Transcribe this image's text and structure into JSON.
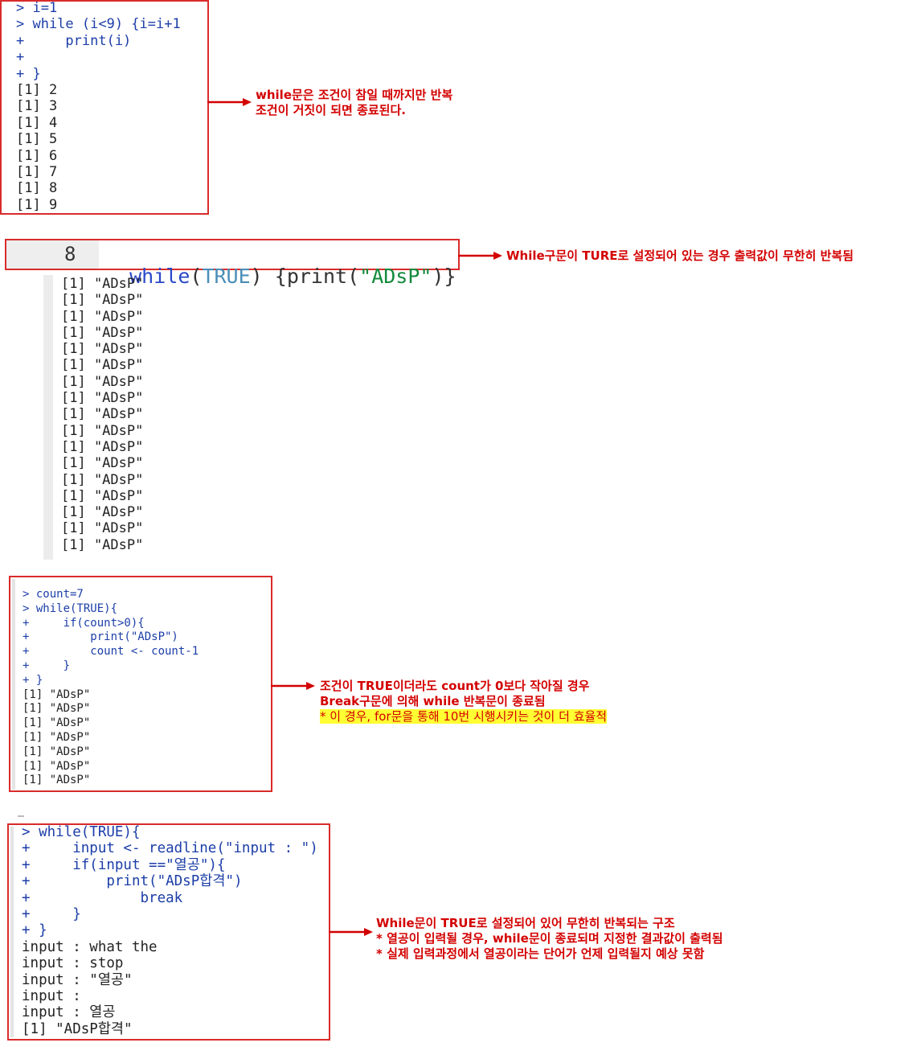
{
  "block1": {
    "lines": [
      {
        "text": "> i=1",
        "kind": "cmd"
      },
      {
        "text": "> while (i<9) {i=i+1",
        "kind": "cmd"
      },
      {
        "text": "+     print(i)",
        "kind": "cmd"
      },
      {
        "text": "+",
        "kind": "cmd"
      },
      {
        "text": "+ }",
        "kind": "cmd"
      },
      {
        "text": "[1] 2",
        "kind": "out"
      },
      {
        "text": "[1] 3",
        "kind": "out"
      },
      {
        "text": "[1] 4",
        "kind": "out"
      },
      {
        "text": "[1] 5",
        "kind": "out"
      },
      {
        "text": "[1] 6",
        "kind": "out"
      },
      {
        "text": "[1] 7",
        "kind": "out"
      },
      {
        "text": "[1] 8",
        "kind": "out"
      },
      {
        "text": "[1] 9",
        "kind": "out"
      }
    ],
    "annotation": [
      "while문은 조건이 참일 때까지만 반복",
      "조건이 거짓이 되면 종료된다."
    ]
  },
  "block2": {
    "line_number": "8",
    "code": "while(TRUE) {print(\"ADsP\")}",
    "code_parts": {
      "kw": "while",
      "lp": "(",
      "true": "TRUE",
      "rp": ")",
      "brace_open": " {",
      "fn": "print",
      "str_open": "(",
      "str": "\"ADsP\"",
      "close": ")}"
    },
    "output_line": "[1] \"ADsP\"",
    "output_count": 17,
    "annotation": "While구문이 TURE로 설정되어 있는 경우 출력값이 무한히 반복됨"
  },
  "block3": {
    "lines": [
      {
        "text": "> count=7",
        "kind": "cmd"
      },
      {
        "text": "> while(TRUE){",
        "kind": "cmd"
      },
      {
        "text": "+     if(count>0){",
        "kind": "cmd"
      },
      {
        "text": "+         print(\"ADsP\")",
        "kind": "cmd"
      },
      {
        "text": "+         count <- count-1",
        "kind": "cmd"
      },
      {
        "text": "+     }",
        "kind": "cmd"
      },
      {
        "text": "+ }",
        "kind": "cmd"
      },
      {
        "text": "[1] \"ADsP\"",
        "kind": "out"
      },
      {
        "text": "[1] \"ADsP\"",
        "kind": "out"
      },
      {
        "text": "[1] \"ADsP\"",
        "kind": "out"
      },
      {
        "text": "[1] \"ADsP\"",
        "kind": "out"
      },
      {
        "text": "[1] \"ADsP\"",
        "kind": "out"
      },
      {
        "text": "[1] \"ADsP\"",
        "kind": "out"
      },
      {
        "text": "[1] \"ADsP\"",
        "kind": "out"
      }
    ],
    "annotation": [
      "조건이 TRUE이더라도 count가 0보다 작아질 경우",
      "Break구문에 의해 while 반복문이 종료됨"
    ],
    "highlight": "  * 이 경우, for문을 통해 10번 시행시키는 것이 더 효율적"
  },
  "block4": {
    "lines": [
      {
        "text": "> while(TRUE){",
        "kind": "cmd"
      },
      {
        "text": "+     input <- readline(\"input : \")",
        "kind": "cmd"
      },
      {
        "text": "+     if(input ==\"열공\"){",
        "kind": "cmd"
      },
      {
        "text": "+         print(\"ADsP합격\")",
        "kind": "cmd"
      },
      {
        "text": "+             break",
        "kind": "cmd"
      },
      {
        "text": "+     }",
        "kind": "cmd"
      },
      {
        "text": "+ }",
        "kind": "cmd"
      },
      {
        "text": "input : what the",
        "kind": "out"
      },
      {
        "text": "input : stop",
        "kind": "out"
      },
      {
        "text": "input : \"열공\"",
        "kind": "out"
      },
      {
        "text": "input :",
        "kind": "out"
      },
      {
        "text": "input : 열공",
        "kind": "out"
      },
      {
        "text": "[1] \"ADsP합격\"",
        "kind": "out"
      }
    ],
    "annotation": [
      "While문이 TRUE로 설정되어 있어 무한히 반복되는 구조",
      "  * 열공이 입력될 경우, while문이 종료되며 지정한 결과값이 출력됨",
      "  * 실제 입력과정에서 열공이라는 단어가 언제 입력될지 예상 못함"
    ]
  },
  "colors": {
    "border": "#d92b2b",
    "annotation": "#d30000",
    "highlight": "#ffff33",
    "code_blue": "#1c3ea8"
  }
}
